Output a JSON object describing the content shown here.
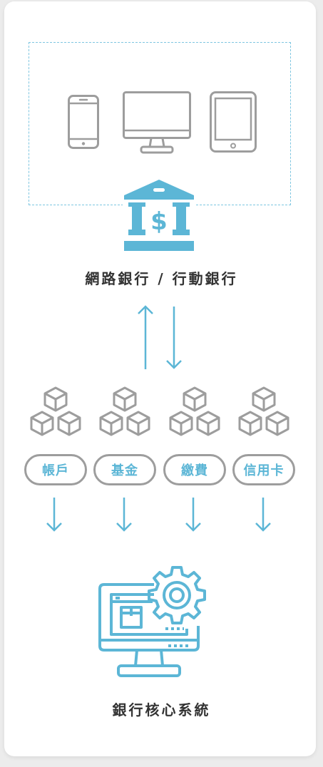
{
  "colors": {
    "accent": "#5cb6d6",
    "gray": "#9d9d9d",
    "dash": "#7ec6e1",
    "text": "#333333"
  },
  "devices": [
    {
      "name": "smartphone-icon"
    },
    {
      "name": "desktop-monitor-icon"
    },
    {
      "name": "tablet-icon"
    }
  ],
  "bank_label": "網路銀行 / 行動銀行",
  "services": [
    {
      "label": "帳戶"
    },
    {
      "label": "基金"
    },
    {
      "label": "繳費"
    },
    {
      "label": "信用卡"
    }
  ],
  "core_label": "銀行核心系統"
}
